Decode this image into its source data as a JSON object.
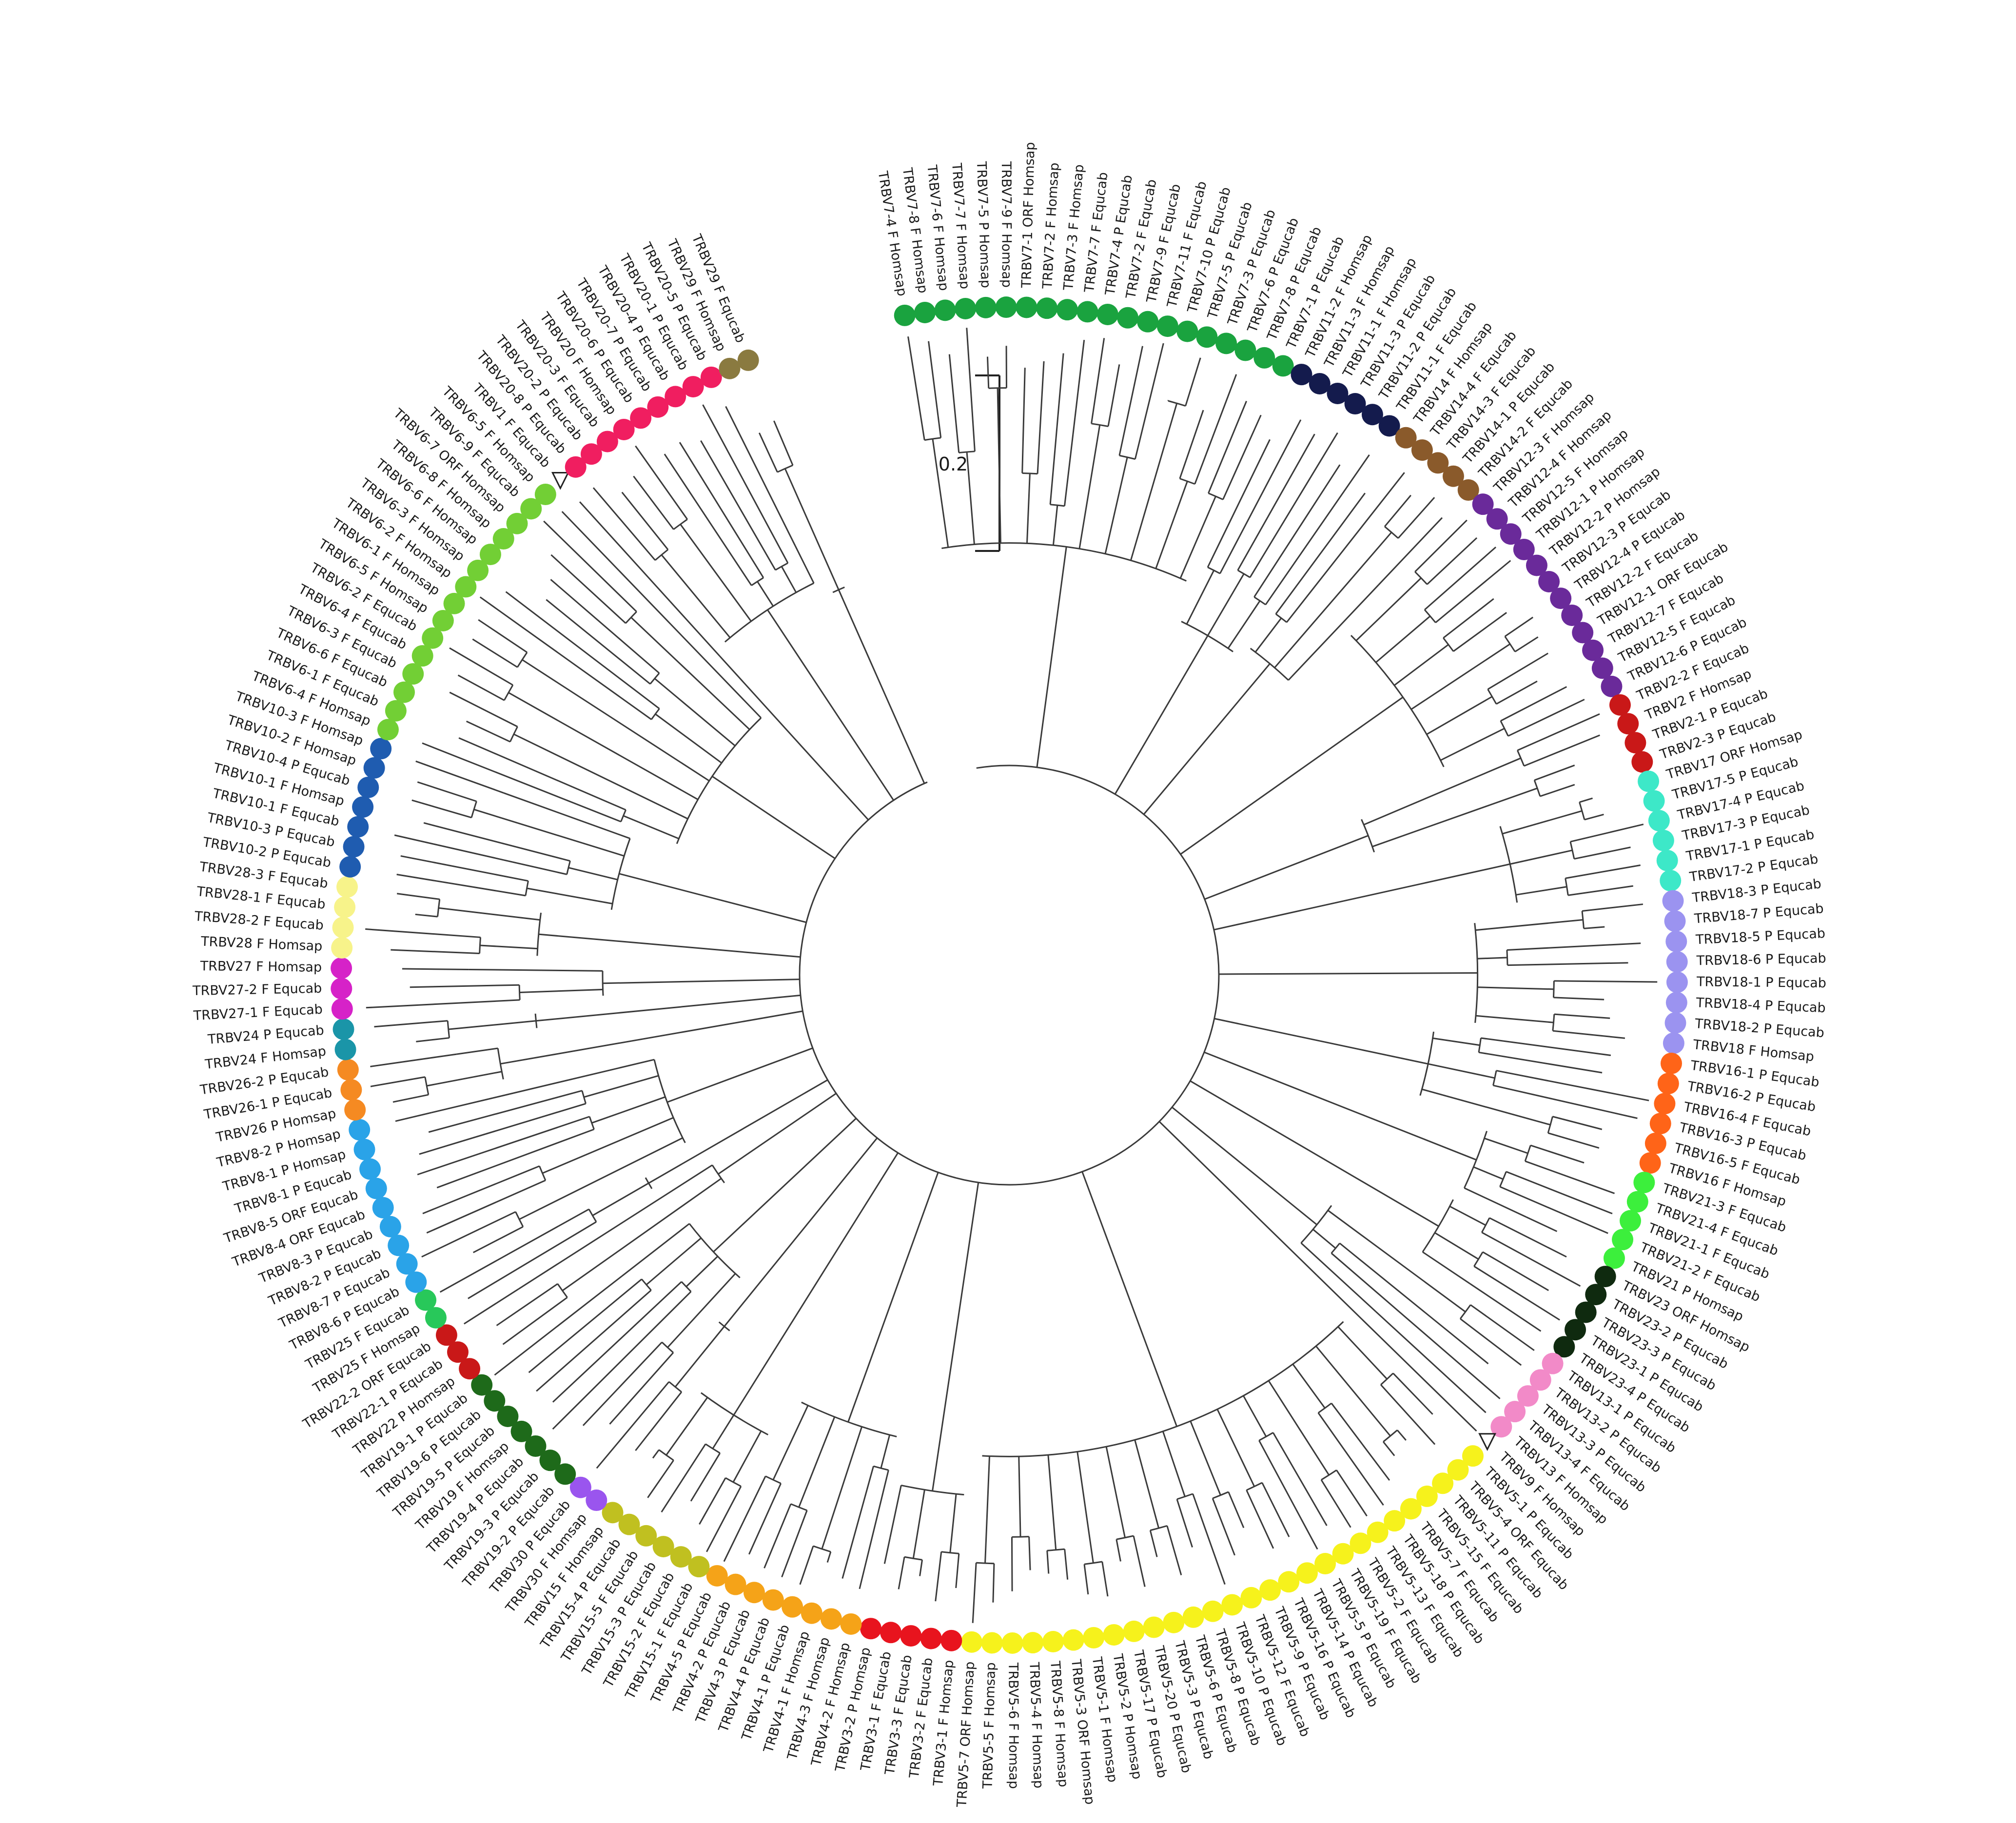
{
  "scale_bar": {
    "label": "0.2"
  },
  "colors": {
    "TRBV7": "#1aa33f",
    "TRBV11": "#141b4d",
    "TRBV14": "#8a5a2b",
    "TRBV12": "#6a2a9a",
    "TRBV2": "#c91818",
    "TRBV17": "#3de8c8",
    "TRBV18": "#9b93f0",
    "TRBV16": "#ff6418",
    "TRBV21": "#3cef3c",
    "TRBV23": "#0f2a0f",
    "TRBV13": "#f28ac8",
    "TRBV9": "#ffffff",
    "TRBV5": "#f6f21c",
    "TRBV3": "#e8141e",
    "TRBV4": "#f5a318",
    "TRBV15": "#c0c020",
    "TRBV30": "#9a55ee",
    "TRBV19": "#1e6a1a",
    "TRBV22": "#c91818",
    "TRBV25": "#28c85a",
    "TRBV8": "#2aa3e8",
    "TRBV26": "#f58a22",
    "TRBV24": "#1a95a8",
    "TRBV27": "#d622c8",
    "TRBV28": "#f7f38a",
    "TRBV10": "#1f5cb0",
    "TRBV6": "#72cf35",
    "TRBV1": "#ffffff",
    "TRBV20": "#f01e60",
    "TRBV29": "#8a7a40"
  },
  "leaves": [
    {
      "label": "TRBV7-4 F Homsap",
      "group": "TRBV7"
    },
    {
      "label": "TRBV7-8 F Homsap",
      "group": "TRBV7"
    },
    {
      "label": "TRBV7-6 F Homsap",
      "group": "TRBV7"
    },
    {
      "label": "TRBV7-7 F Homsap",
      "group": "TRBV7"
    },
    {
      "label": "TRBV7-5 P Homsap",
      "group": "TRBV7"
    },
    {
      "label": "TRBV7-9 F Homsap",
      "group": "TRBV7"
    },
    {
      "label": "TRBV7-1 ORF Homsap",
      "group": "TRBV7"
    },
    {
      "label": "TRBV7-2 F Homsap",
      "group": "TRBV7"
    },
    {
      "label": "TRBV7-3 F Homsap",
      "group": "TRBV7"
    },
    {
      "label": "TRBV7-7 F Equcab",
      "group": "TRBV7"
    },
    {
      "label": "TRBV7-4 P Equcab",
      "group": "TRBV7"
    },
    {
      "label": "TRBV7-2 F Equcab",
      "group": "TRBV7"
    },
    {
      "label": "TRBV7-9 F Equcab",
      "group": "TRBV7"
    },
    {
      "label": "TRBV7-11 F Equcab",
      "group": "TRBV7"
    },
    {
      "label": "TRBV7-10 P Equcab",
      "group": "TRBV7"
    },
    {
      "label": "TRBV7-5 P Equcab",
      "group": "TRBV7"
    },
    {
      "label": "TRBV7-3 P Equcab",
      "group": "TRBV7"
    },
    {
      "label": "TRBV7-6 P Equcab",
      "group": "TRBV7"
    },
    {
      "label": "TRBV7-8 P Equcab",
      "group": "TRBV7"
    },
    {
      "label": "TRBV7-1 P Equcab",
      "group": "TRBV7"
    },
    {
      "label": "TRBV11-2 F Homsap",
      "group": "TRBV11"
    },
    {
      "label": "TRBV11-3 F Homsap",
      "group": "TRBV11"
    },
    {
      "label": "TRBV11-1 F Homsap",
      "group": "TRBV11"
    },
    {
      "label": "TRBV11-3 P Equcab",
      "group": "TRBV11"
    },
    {
      "label": "TRBV11-2 P Equcab",
      "group": "TRBV11"
    },
    {
      "label": "TRBV11-1 F Equcab",
      "group": "TRBV11"
    },
    {
      "label": "TRBV14 F Homsap",
      "group": "TRBV14"
    },
    {
      "label": "TRBV14-4 F Equcab",
      "group": "TRBV14"
    },
    {
      "label": "TRBV14-3 F Equcab",
      "group": "TRBV14"
    },
    {
      "label": "TRBV14-1 P Equcab",
      "group": "TRBV14"
    },
    {
      "label": "TRBV14-2 F Equcab",
      "group": "TRBV14"
    },
    {
      "label": "TRBV12-3 F Homsap",
      "group": "TRBV12"
    },
    {
      "label": "TRBV12-4 F Homsap",
      "group": "TRBV12"
    },
    {
      "label": "TRBV12-5 F Homsap",
      "group": "TRBV12"
    },
    {
      "label": "TRBV12-1 P Homsap",
      "group": "TRBV12"
    },
    {
      "label": "TRBV12-2 P Homsap",
      "group": "TRBV12"
    },
    {
      "label": "TRBV12-3 P Equcab",
      "group": "TRBV12"
    },
    {
      "label": "TRBV12-4 P Equcab",
      "group": "TRBV12"
    },
    {
      "label": "TRBV12-2 F Equcab",
      "group": "TRBV12"
    },
    {
      "label": "TRBV12-1 ORF Equcab",
      "group": "TRBV12"
    },
    {
      "label": "TRBV12-7 F Equcab",
      "group": "TRBV12"
    },
    {
      "label": "TRBV12-5 F Equcab",
      "group": "TRBV12"
    },
    {
      "label": "TRBV12-6 P Equcab",
      "group": "TRBV12"
    },
    {
      "label": "TRBV2-2 F Equcab",
      "group": "TRBV2"
    },
    {
      "label": "TRBV2 F Homsap",
      "group": "TRBV2"
    },
    {
      "label": "TRBV2-1 P Equcab",
      "group": "TRBV2"
    },
    {
      "label": "TRBV2-3 P Equcab",
      "group": "TRBV2"
    },
    {
      "label": "TRBV17 ORF Homsap",
      "group": "TRBV17"
    },
    {
      "label": "TRBV17-5 P Equcab",
      "group": "TRBV17"
    },
    {
      "label": "TRBV17-4 P Equcab",
      "group": "TRBV17"
    },
    {
      "label": "TRBV17-3 P Equcab",
      "group": "TRBV17"
    },
    {
      "label": "TRBV17-1 P Equcab",
      "group": "TRBV17"
    },
    {
      "label": "TRBV17-2 P Equcab",
      "group": "TRBV17"
    },
    {
      "label": "TRBV18-3 P Equcab",
      "group": "TRBV18"
    },
    {
      "label": "TRBV18-7 P Equcab",
      "group": "TRBV18"
    },
    {
      "label": "TRBV18-5 P Equcab",
      "group": "TRBV18"
    },
    {
      "label": "TRBV18-6 P Equcab",
      "group": "TRBV18"
    },
    {
      "label": "TRBV18-1 P Equcab",
      "group": "TRBV18"
    },
    {
      "label": "TRBV18-4 P Equcab",
      "group": "TRBV18"
    },
    {
      "label": "TRBV18-2 P Equcab",
      "group": "TRBV18"
    },
    {
      "label": "TRBV18 F Homsap",
      "group": "TRBV18"
    },
    {
      "label": "TRBV16-1 P Equcab",
      "group": "TRBV16"
    },
    {
      "label": "TRBV16-2 P Equcab",
      "group": "TRBV16"
    },
    {
      "label": "TRBV16-4 F Equcab",
      "group": "TRBV16"
    },
    {
      "label": "TRBV16-3 P Equcab",
      "group": "TRBV16"
    },
    {
      "label": "TRBV16-5 F Equcab",
      "group": "TRBV16"
    },
    {
      "label": "TRBV16 F Homsap",
      "group": "TRBV16"
    },
    {
      "label": "TRBV21-3 F Equcab",
      "group": "TRBV21"
    },
    {
      "label": "TRBV21-4 F Equcab",
      "group": "TRBV21"
    },
    {
      "label": "TRBV21-1 F Equcab",
      "group": "TRBV21"
    },
    {
      "label": "TRBV21-2 F Equcab",
      "group": "TRBV21"
    },
    {
      "label": "TRBV21 P Homsap",
      "group": "TRBV21"
    },
    {
      "label": "TRBV23 ORF Homsap",
      "group": "TRBV23"
    },
    {
      "label": "TRBV23-2 P Equcab",
      "group": "TRBV23"
    },
    {
      "label": "TRBV23-3 P Equcab",
      "group": "TRBV23"
    },
    {
      "label": "TRBV23-1 P Equcab",
      "group": "TRBV23"
    },
    {
      "label": "TRBV23-4 P Equcab",
      "group": "TRBV23"
    },
    {
      "label": "TRBV13-1 P Equcab",
      "group": "TRBV13"
    },
    {
      "label": "TRBV13-2 P Equcab",
      "group": "TRBV13"
    },
    {
      "label": "TRBV13-3 P Equcab",
      "group": "TRBV13"
    },
    {
      "label": "TRBV13-4 F Equcab",
      "group": "TRBV13"
    },
    {
      "label": "TRBV13 F Homsap",
      "group": "TRBV13"
    },
    {
      "label": "TRBV9 F Homsap",
      "group": "TRBV9"
    },
    {
      "label": "TRBV5-1 P Equcab",
      "group": "TRBV5"
    },
    {
      "label": "TRBV5-4 ORF Equcab",
      "group": "TRBV5"
    },
    {
      "label": "TRBV5-11 P Equcab",
      "group": "TRBV5"
    },
    {
      "label": "TRBV5-15 F Equcab",
      "group": "TRBV5"
    },
    {
      "label": "TRBV5-7 F Equcab",
      "group": "TRBV5"
    },
    {
      "label": "TRBV5-18 P Equcab",
      "group": "TRBV5"
    },
    {
      "label": "TRBV5-13 F Equcab",
      "group": "TRBV5"
    },
    {
      "label": "TRBV5-2 F Equcab",
      "group": "TRBV5"
    },
    {
      "label": "TRBV5-19 F Equcab",
      "group": "TRBV5"
    },
    {
      "label": "TRBV5-5 P Equcab",
      "group": "TRBV5"
    },
    {
      "label": "TRBV5-14 P Equcab",
      "group": "TRBV5"
    },
    {
      "label": "TRBV5-16 P Equcab",
      "group": "TRBV5"
    },
    {
      "label": "TRBV5-9 P Equcab",
      "group": "TRBV5"
    },
    {
      "label": "TRBV5-12 F Equcab",
      "group": "TRBV5"
    },
    {
      "label": "TRBV5-10 P Equcab",
      "group": "TRBV5"
    },
    {
      "label": "TRBV5-8 P Equcab",
      "group": "TRBV5"
    },
    {
      "label": "TRBV5-6 P Equcab",
      "group": "TRBV5"
    },
    {
      "label": "TRBV5-3 P Equcab",
      "group": "TRBV5"
    },
    {
      "label": "TRBV5-20 P Equcab",
      "group": "TRBV5"
    },
    {
      "label": "TRBV5-17 P Equcab",
      "group": "TRBV5"
    },
    {
      "label": "TRBV5-2 P Homsap",
      "group": "TRBV5"
    },
    {
      "label": "TRBV5-1 F Homsap",
      "group": "TRBV5"
    },
    {
      "label": "TRBV5-3 ORF Homsap",
      "group": "TRBV5"
    },
    {
      "label": "TRBV5-8 F Homsap",
      "group": "TRBV5"
    },
    {
      "label": "TRBV5-4 F Homsap",
      "group": "TRBV5"
    },
    {
      "label": "TRBV5-6 F Homsap",
      "group": "TRBV5"
    },
    {
      "label": "TRBV5-5 F Homsap",
      "group": "TRBV5"
    },
    {
      "label": "TRBV5-7 ORF Homsap",
      "group": "TRBV5"
    },
    {
      "label": "TRBV3-1 F Homsap",
      "group": "TRBV3"
    },
    {
      "label": "TRBV3-2 F Equcab",
      "group": "TRBV3"
    },
    {
      "label": "TRBV3-3 F Equcab",
      "group": "TRBV3"
    },
    {
      "label": "TRBV3-1 F Equcab",
      "group": "TRBV3"
    },
    {
      "label": "TRBV3-2 P Homsap",
      "group": "TRBV3"
    },
    {
      "label": "TRBV4-2 F Homsap",
      "group": "TRBV4"
    },
    {
      "label": "TRBV4-3 F Homsap",
      "group": "TRBV4"
    },
    {
      "label": "TRBV4-1 F Homsap",
      "group": "TRBV4"
    },
    {
      "label": "TRBV4-1 P Equcab",
      "group": "TRBV4"
    },
    {
      "label": "TRBV4-4 P Equcab",
      "group": "TRBV4"
    },
    {
      "label": "TRBV4-3 P Equcab",
      "group": "TRBV4"
    },
    {
      "label": "TRBV4-2 P Equcab",
      "group": "TRBV4"
    },
    {
      "label": "TRBV4-5 P Equcab",
      "group": "TRBV4"
    },
    {
      "label": "TRBV15-1 F Equcab",
      "group": "TRBV15"
    },
    {
      "label": "TRBV15-2 F Equcab",
      "group": "TRBV15"
    },
    {
      "label": "TRBV15-3 P Equcab",
      "group": "TRBV15"
    },
    {
      "label": "TRBV15-5 F Equcab",
      "group": "TRBV15"
    },
    {
      "label": "TRBV15-4 P Equcab",
      "group": "TRBV15"
    },
    {
      "label": "TRBV15 F Homsap",
      "group": "TRBV15"
    },
    {
      "label": "TRBV30 F Homsap",
      "group": "TRBV30"
    },
    {
      "label": "TRBV30 P Equcab",
      "group": "TRBV30"
    },
    {
      "label": "TRBV19-2 P Equcab",
      "group": "TRBV19"
    },
    {
      "label": "TRBV19-3 P Equcab",
      "group": "TRBV19"
    },
    {
      "label": "TRBV19-4 P Equcab",
      "group": "TRBV19"
    },
    {
      "label": "TRBV19 F Homsap",
      "group": "TRBV19"
    },
    {
      "label": "TRBV19-5 P Equcab",
      "group": "TRBV19"
    },
    {
      "label": "TRBV19-6 P Equcab",
      "group": "TRBV19"
    },
    {
      "label": "TRBV19-1 P Equcab",
      "group": "TRBV19"
    },
    {
      "label": "TRBV22 P Homsap",
      "group": "TRBV22"
    },
    {
      "label": "TRBV22-1 P Equcab",
      "group": "TRBV22"
    },
    {
      "label": "TRBV22-2 ORF Equcab",
      "group": "TRBV22"
    },
    {
      "label": "TRBV25 F Homsap",
      "group": "TRBV25"
    },
    {
      "label": "TRBV25 F Equcab",
      "group": "TRBV25"
    },
    {
      "label": "TRBV8-6 P Equcab",
      "group": "TRBV8"
    },
    {
      "label": "TRBV8-7 P Equcab",
      "group": "TRBV8"
    },
    {
      "label": "TRBV8-2 P Equcab",
      "group": "TRBV8"
    },
    {
      "label": "TRBV8-3 P Equcab",
      "group": "TRBV8"
    },
    {
      "label": "TRBV8-4 ORF Equcab",
      "group": "TRBV8"
    },
    {
      "label": "TRBV8-5 ORF Equcab",
      "group": "TRBV8"
    },
    {
      "label": "TRBV8-1 P Equcab",
      "group": "TRBV8"
    },
    {
      "label": "TRBV8-1 P Homsap",
      "group": "TRBV8"
    },
    {
      "label": "TRBV8-2 P Homsap",
      "group": "TRBV8"
    },
    {
      "label": "TRBV26 P Homsap",
      "group": "TRBV26"
    },
    {
      "label": "TRBV26-1 P Equcab",
      "group": "TRBV26"
    },
    {
      "label": "TRBV26-2 P Equcab",
      "group": "TRBV26"
    },
    {
      "label": "TRBV24 F Homsap",
      "group": "TRBV24"
    },
    {
      "label": "TRBV24 P Equcab",
      "group": "TRBV24"
    },
    {
      "label": "TRBV27-1 F Equcab",
      "group": "TRBV27"
    },
    {
      "label": "TRBV27-2 F Equcab",
      "group": "TRBV27"
    },
    {
      "label": "TRBV27 F Homsap",
      "group": "TRBV27"
    },
    {
      "label": "TRBV28 F Homsap",
      "group": "TRBV28"
    },
    {
      "label": "TRBV28-2 F Equcab",
      "group": "TRBV28"
    },
    {
      "label": "TRBV28-1 F Equcab",
      "group": "TRBV28"
    },
    {
      "label": "TRBV28-3 F Equcab",
      "group": "TRBV28"
    },
    {
      "label": "TRBV10-2 P Equcab",
      "group": "TRBV10"
    },
    {
      "label": "TRBV10-3 P Equcab",
      "group": "TRBV10"
    },
    {
      "label": "TRBV10-1 F Equcab",
      "group": "TRBV10"
    },
    {
      "label": "TRBV10-1 F Homsap",
      "group": "TRBV10"
    },
    {
      "label": "TRBV10-4 P Equcab",
      "group": "TRBV10"
    },
    {
      "label": "TRBV10-2 F Homsap",
      "group": "TRBV10"
    },
    {
      "label": "TRBV10-3 F Homsap",
      "group": "TRBV10"
    },
    {
      "label": "TRBV6-4 F Homsap",
      "group": "TRBV6"
    },
    {
      "label": "TRBV6-1 F Equcab",
      "group": "TRBV6"
    },
    {
      "label": "TRBV6-6 F Equcab",
      "group": "TRBV6"
    },
    {
      "label": "TRBV6-3 F Equcab",
      "group": "TRBV6"
    },
    {
      "label": "TRBV6-4 F Equcab",
      "group": "TRBV6"
    },
    {
      "label": "TRBV6-2 F Equcab",
      "group": "TRBV6"
    },
    {
      "label": "TRBV6-5 F Homsap",
      "group": "TRBV6"
    },
    {
      "label": "TRBV6-1 F Homsap",
      "group": "TRBV6"
    },
    {
      "label": "TRBV6-2 F Homsap",
      "group": "TRBV6"
    },
    {
      "label": "TRBV6-3 F Homsap",
      "group": "TRBV6"
    },
    {
      "label": "TRBV6-6 F Homsap",
      "group": "TRBV6"
    },
    {
      "label": "TRBV6-8 F Homsap",
      "group": "TRBV6"
    },
    {
      "label": "TRBV6-7 ORF Homsap",
      "group": "TRBV6"
    },
    {
      "label": "TRBV6-9 F Equcab",
      "group": "TRBV6"
    },
    {
      "label": "TRBV6-5 F Homsap",
      "group": "TRBV6"
    },
    {
      "label": "TRBV1 F Equcab",
      "group": "TRBV1"
    },
    {
      "label": "TRBV20-8 P Equcab",
      "group": "TRBV20"
    },
    {
      "label": "TRBV20-2 P Equcab",
      "group": "TRBV20"
    },
    {
      "label": "TRBV20-3 F Equcab",
      "group": "TRBV20"
    },
    {
      "label": "TRBV20 F Homsap",
      "group": "TRBV20"
    },
    {
      "label": "TRBV20-6 P Equcab",
      "group": "TRBV20"
    },
    {
      "label": "TRBV20-7 P Equcab",
      "group": "TRBV20"
    },
    {
      "label": "TRBV20-4 P Equcab",
      "group": "TRBV20"
    },
    {
      "label": "TRBV20-1 P Equcab",
      "group": "TRBV20"
    },
    {
      "label": "TRBV20-5 P Equcab",
      "group": "TRBV20"
    },
    {
      "label": "TRBV29 F Homsap",
      "group": "TRBV29"
    },
    {
      "label": "TRBV29 F Equcab",
      "group": "TRBV29"
    }
  ]
}
